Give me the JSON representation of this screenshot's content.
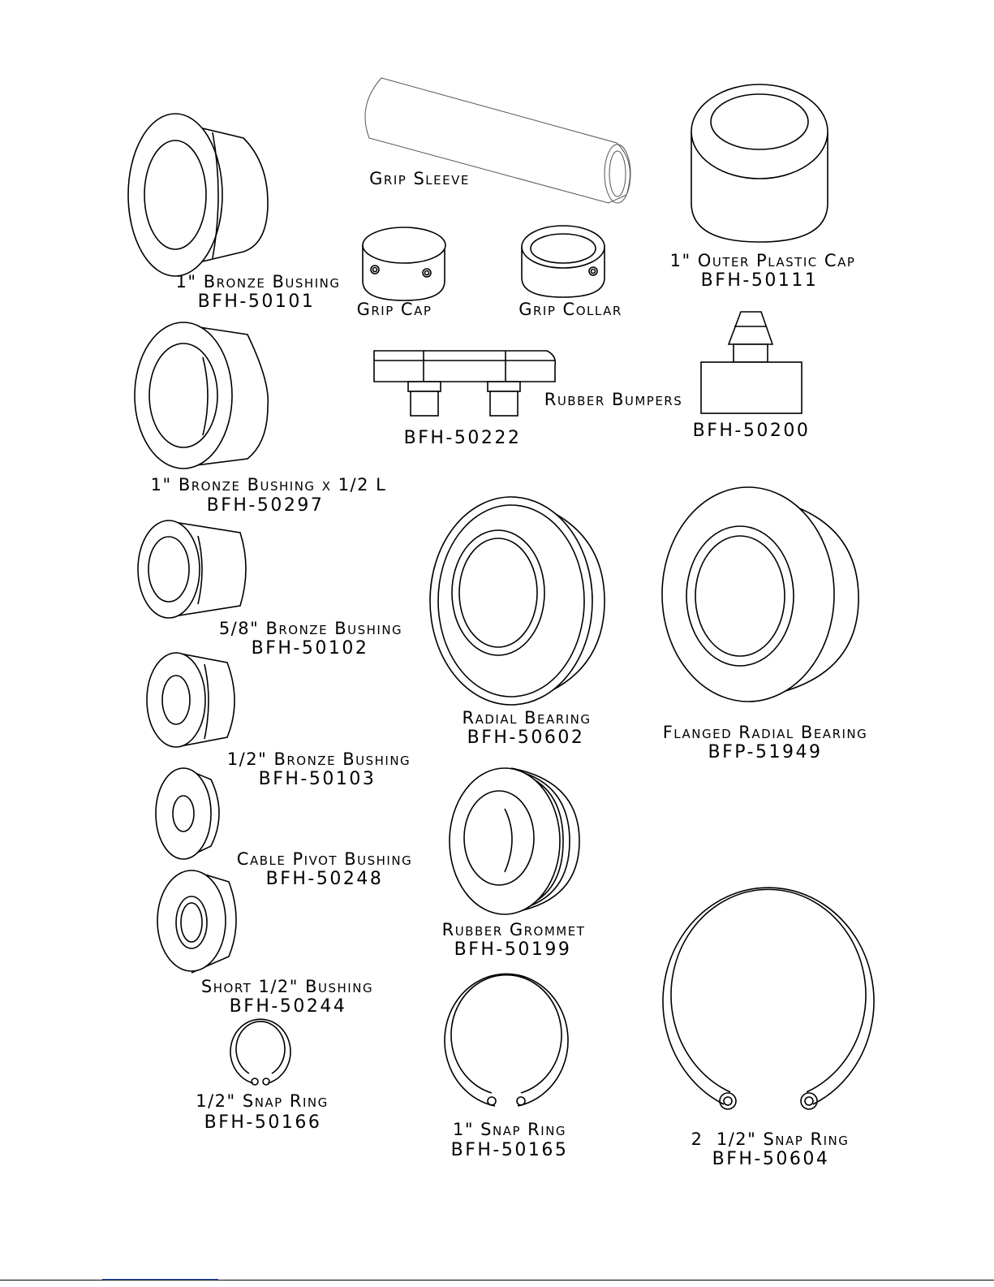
{
  "parts": [
    {
      "id": "bronze-bushing-1in",
      "name": "1\" Bronze Bushing",
      "part_no": "BFH-50101"
    },
    {
      "id": "grip-sleeve",
      "name": "Grip Sleeve",
      "part_no": ""
    },
    {
      "id": "outer-plastic-cap",
      "name": "1\" Outer Plastic Cap",
      "part_no": "BFH-50111"
    },
    {
      "id": "grip-cap",
      "name": "Grip Cap",
      "part_no": ""
    },
    {
      "id": "grip-collar",
      "name": "Grip Collar",
      "part_no": ""
    },
    {
      "id": "rubber-bumpers",
      "name": "Rubber Bumpers",
      "part_no": ""
    },
    {
      "id": "bumper-a",
      "name": "",
      "part_no": "BFH-50222"
    },
    {
      "id": "bumper-b",
      "name": "",
      "part_no": "BFH-50200"
    },
    {
      "id": "bronze-bushing-1in-half",
      "name": "1\" Bronze Bushing x 1/2 L",
      "part_no": "BFH-50297"
    },
    {
      "id": "bronze-bushing-5-8",
      "name": "5/8\" Bronze Bushing",
      "part_no": "BFH-50102"
    },
    {
      "id": "radial-bearing",
      "name": "Radial Bearing",
      "part_no": "BFH-50602"
    },
    {
      "id": "flanged-radial-bearing",
      "name": "Flanged Radial Bearing",
      "part_no": "BFP-51949"
    },
    {
      "id": "bronze-bushing-1-2",
      "name": "1/2\" Bronze Bushing",
      "part_no": "BFH-50103"
    },
    {
      "id": "cable-pivot-bushing",
      "name": "Cable Pivot Bushing",
      "part_no": "BFH-50248"
    },
    {
      "id": "rubber-grommet",
      "name": "Rubber Grommet",
      "part_no": "BFH-50199"
    },
    {
      "id": "short-bushing-1-2",
      "name": "Short 1/2\" Bushing",
      "part_no": "BFH-50244"
    },
    {
      "id": "snap-ring-1-2",
      "name": "1/2\" Snap Ring",
      "part_no": "BFH-50166"
    },
    {
      "id": "snap-ring-1",
      "name": "1\" Snap Ring",
      "part_no": "BFH-50165"
    },
    {
      "id": "snap-ring-2-1-2",
      "name": "2  1/2\" Snap Ring",
      "part_no": "BFH-50604"
    }
  ],
  "colors": {
    "line": "#000000",
    "footer_link": "#3a5fd9"
  }
}
